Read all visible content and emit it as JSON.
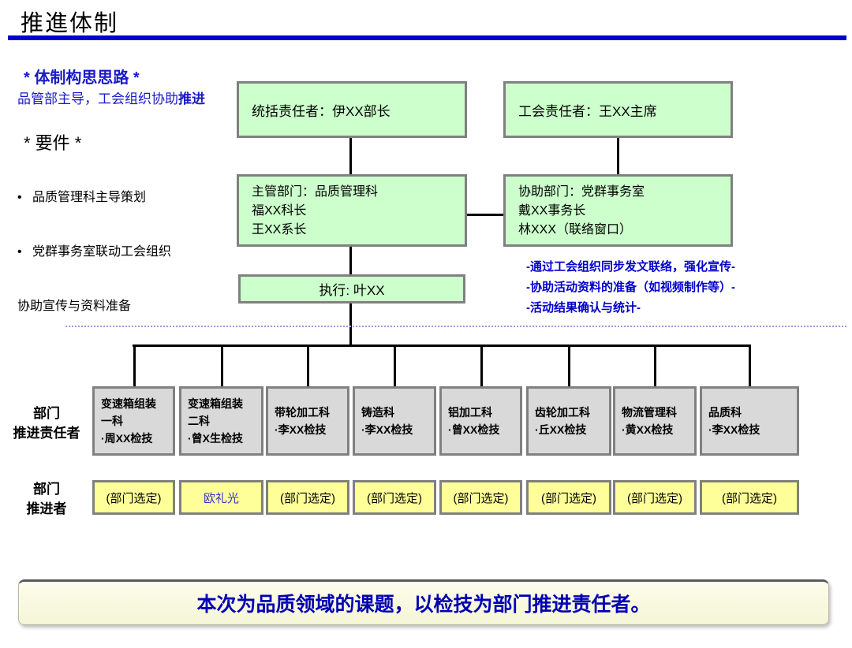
{
  "page": {
    "title": "推進体制"
  },
  "intro": {
    "heading": "* 体制构思思路 *",
    "subtitle_normal": "品管部主导，工会组织协助",
    "subtitle_bold": "推进",
    "requirements_heading": "* 要件 *",
    "bullet1": "•   品质管理科主导策划",
    "bullet2": "•   党群事务室联动工会组织",
    "bullet2_cont": "协助宣传与资料准备"
  },
  "org": {
    "overall_lead": "统括责任者：伊XX部长",
    "union_lead": "工会责任者：王XX主席",
    "main_dept": {
      "line1": "主管部门：品质管理科",
      "line2": "福XX科长",
      "line3": "王XX系长"
    },
    "assist_dept": {
      "line1": "协助部门：党群事务室",
      "line2": "戴XX事务长",
      "line3": "林XXX（联络窗口）"
    },
    "executor": "执行: 叶XX",
    "union_notes": [
      "-通过工会组织同步发文联络，强化宣传-",
      "-协助活动资料的准备（如视频制作等）-",
      "-活动结果确认与统计-"
    ]
  },
  "row_labels": {
    "responsible": [
      "部门",
      "推进责任者"
    ],
    "promoter": [
      "部门",
      "推进者"
    ]
  },
  "departments": [
    {
      "name_lines": [
        "变速箱组装",
        "一科"
      ],
      "inspector": "·周XX检技",
      "promoter": "(部门选定)",
      "promoter_highlight": false
    },
    {
      "name_lines": [
        "变速箱组装",
        "二科"
      ],
      "inspector": "·曾X生检技",
      "promoter": "欧礼光",
      "promoter_highlight": true
    },
    {
      "name_lines": [
        "带轮加工科"
      ],
      "inspector": "·李XX检技",
      "promoter": "(部门选定)",
      "promoter_highlight": false
    },
    {
      "name_lines": [
        "铸造科"
      ],
      "inspector": "·李XX检技",
      "promoter": "(部门选定)",
      "promoter_highlight": false
    },
    {
      "name_lines": [
        "铝加工科"
      ],
      "inspector": "·曾XX检技",
      "promoter": "(部门选定)",
      "promoter_highlight": false
    },
    {
      "name_lines": [
        "齿轮加工科"
      ],
      "inspector": "·丘XX检技",
      "promoter": "(部门选定)",
      "promoter_highlight": false
    },
    {
      "name_lines": [
        "物流管理科"
      ],
      "inspector": "·黄XX检技",
      "promoter": "(部门选定)",
      "promoter_highlight": false
    },
    {
      "name_lines": [
        "品质科"
      ],
      "inspector": "·李XX检技",
      "promoter": "(部门选定)",
      "promoter_highlight": false
    }
  ],
  "banner": {
    "text": "本次为品质领域的课题，以检技为部门推进责任者。"
  }
}
